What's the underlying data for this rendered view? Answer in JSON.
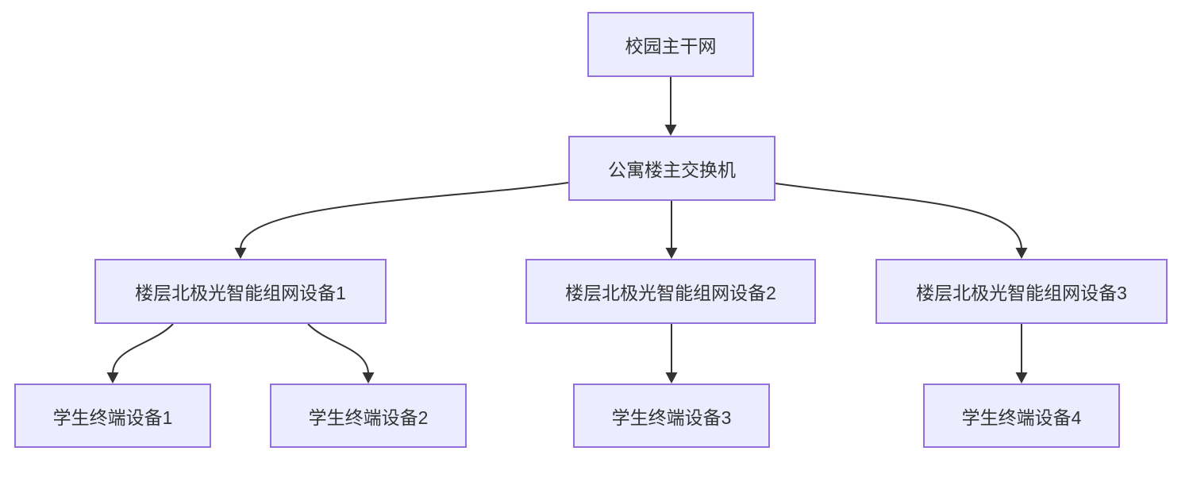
{
  "diagram": {
    "type": "flowchart",
    "direction": "top-down",
    "colors": {
      "node_fill": "#ECECFF",
      "node_border": "#9370DB",
      "edge_stroke": "#333333",
      "text": "#333333",
      "background": "#FFFFFF"
    },
    "nodes": {
      "backbone": {
        "label": "校园主干网"
      },
      "switch": {
        "label": "公寓楼主交换机"
      },
      "aurora1": {
        "label": "楼层北极光智能组网设备1"
      },
      "aurora2": {
        "label": "楼层北极光智能组网设备2"
      },
      "aurora3": {
        "label": "楼层北极光智能组网设备3"
      },
      "student1": {
        "label": "学生终端设备1"
      },
      "student2": {
        "label": "学生终端设备2"
      },
      "student3": {
        "label": "学生终端设备3"
      },
      "student4": {
        "label": "学生终端设备4"
      }
    },
    "edges": [
      {
        "from": "校园主干网",
        "to": "公寓楼主交换机",
        "arrow": true
      },
      {
        "from": "公寓楼主交换机",
        "to": "楼层北极光智能组网设备1",
        "arrow": true
      },
      {
        "from": "公寓楼主交换机",
        "to": "楼层北极光智能组网设备2",
        "arrow": true
      },
      {
        "from": "公寓楼主交换机",
        "to": "楼层北极光智能组网设备3",
        "arrow": true
      },
      {
        "from": "楼层北极光智能组网设备1",
        "to": "学生终端设备1",
        "arrow": true
      },
      {
        "from": "楼层北极光智能组网设备1",
        "to": "学生终端设备2",
        "arrow": true
      },
      {
        "from": "楼层北极光智能组网设备2",
        "to": "学生终端设备3",
        "arrow": true
      },
      {
        "from": "楼层北极光智能组网设备3",
        "to": "学生终端设备4",
        "arrow": true
      }
    ]
  }
}
